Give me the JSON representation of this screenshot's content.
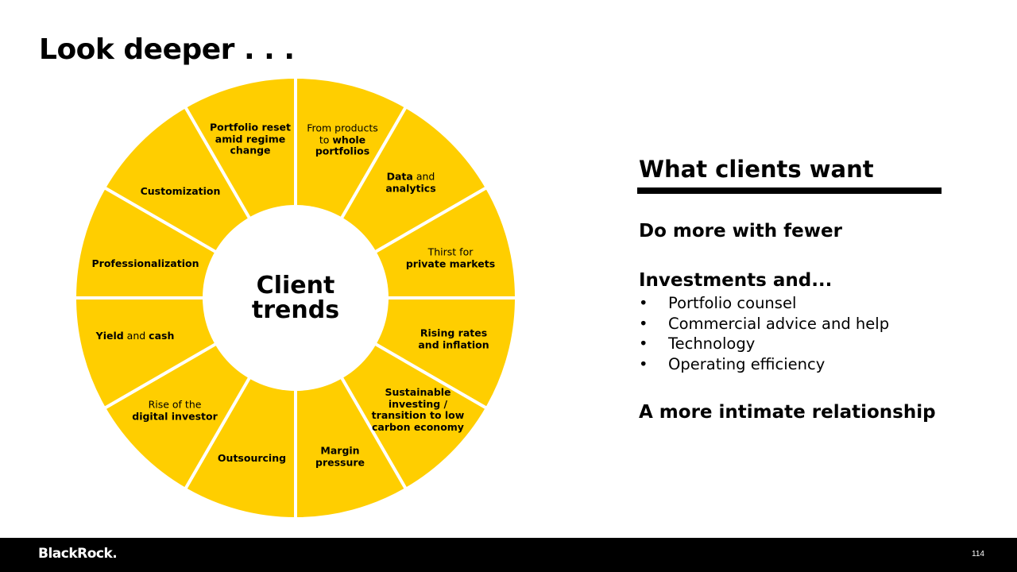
{
  "title": "Look deeper . . .",
  "wheel": {
    "center_label": [
      "Client",
      "trends"
    ],
    "colors": {
      "segment": "#FFCE00",
      "divider": "#FFFFFF"
    },
    "segments": [
      {
        "lines": [
          [
            {
              "t": "From products",
              "b": false
            }
          ],
          [
            {
              "t": "to ",
              "b": false
            },
            {
              "t": "whole",
              "b": true
            }
          ],
          [
            {
              "t": "portfolios",
              "b": true
            }
          ]
        ]
      },
      {
        "lines": [
          [
            {
              "t": "Data",
              "b": true
            },
            {
              "t": " and",
              "b": false
            }
          ],
          [
            {
              "t": "analytics",
              "b": true
            }
          ]
        ]
      },
      {
        "lines": [
          [
            {
              "t": "Thirst for",
              "b": false
            }
          ],
          [
            {
              "t": "private markets",
              "b": true
            }
          ]
        ]
      },
      {
        "lines": [
          [
            {
              "t": "Rising rates",
              "b": true
            }
          ],
          [
            {
              "t": "and inflation",
              "b": true
            }
          ]
        ]
      },
      {
        "lines": [
          [
            {
              "t": "Sustainable",
              "b": true
            }
          ],
          [
            {
              "t": "investing /",
              "b": true
            }
          ],
          [
            {
              "t": "transition to low",
              "b": true
            }
          ],
          [
            {
              "t": "carbon economy",
              "b": true
            }
          ]
        ]
      },
      {
        "lines": [
          [
            {
              "t": "Margin",
              "b": true
            }
          ],
          [
            {
              "t": "pressure",
              "b": true
            }
          ]
        ]
      },
      {
        "lines": [
          [
            {
              "t": "Outsourcing",
              "b": true
            }
          ]
        ]
      },
      {
        "lines": [
          [
            {
              "t": "Rise of the",
              "b": false
            }
          ],
          [
            {
              "t": "digital investor",
              "b": true
            }
          ]
        ]
      },
      {
        "lines": [
          [
            {
              "t": "Yield",
              "b": true
            },
            {
              "t": " and ",
              "b": false
            },
            {
              "t": "cash",
              "b": true
            }
          ]
        ]
      },
      {
        "lines": [
          [
            {
              "t": "Professionalization",
              "b": true
            }
          ]
        ]
      },
      {
        "lines": [
          [
            {
              "t": "Customization",
              "b": true
            }
          ]
        ]
      },
      {
        "lines": [
          [
            {
              "t": "Portfolio reset",
              "b": true
            }
          ],
          [
            {
              "t": "amid regime",
              "b": true
            }
          ],
          [
            {
              "t": "change",
              "b": true
            }
          ]
        ]
      }
    ]
  },
  "right_panel": {
    "title": "What clients want",
    "heading1": "Do more with fewer",
    "heading2": "Investments and...",
    "bullet_char": "•",
    "bullets": [
      "Portfolio counsel",
      "Commercial advice and help",
      "Technology",
      "Operating efficiency"
    ],
    "heading3": "A more intimate relationship"
  },
  "footer": {
    "logo": "BlackRock.",
    "page_number": "114"
  }
}
